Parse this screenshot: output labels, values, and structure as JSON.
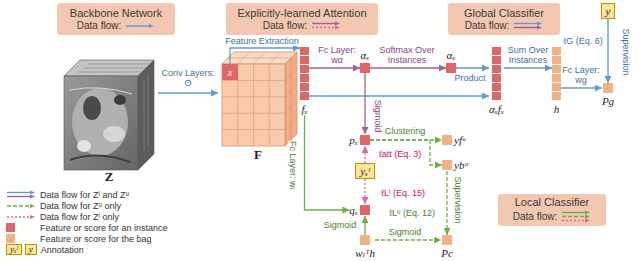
{
  "diagram": {
    "nodes": [
      {
        "text": [
          "Backbone Network",
          "Data flow:"
        ]
      },
      {
        "text": [
          "Explicitly-learned Attention",
          "Data flow:"
        ]
      },
      {
        "text": [
          "Global Classifier",
          "Data flow:"
        ]
      },
      {
        "text": [
          "Local Classifier",
          "Data flow:"
        ]
      },
      {
        "text": [
          "Z"
        ]
      },
      {
        "text": [
          "F"
        ]
      },
      {
        "text": [
          "x"
        ],
        "in": 5
      },
      {
        "text": [
          "fₓ"
        ]
      },
      {
        "text": [
          "αₓ"
        ]
      },
      {
        "text": [
          "αₓ"
        ]
      },
      {
        "text": [
          "αₓfₓ"
        ]
      },
      {
        "text": [
          "h"
        ]
      },
      {
        "text": [
          "Pg"
        ]
      },
      {
        "text": [
          "y"
        ]
      },
      {
        "text": [
          "pₓ"
        ]
      },
      {
        "text": [
          "yₓˡ"
        ]
      },
      {
        "text": [
          "yfᵘ"
        ]
      },
      {
        "text": [
          "ybᵘ"
        ]
      },
      {
        "text": [
          "qₓ"
        ]
      },
      {
        "text": [
          "wₗᵀh"
        ]
      },
      {
        "text": [
          "Pc"
        ]
      }
    ],
    "edges": [
      {
        "from": 4,
        "to": 5,
        "label": "Conv Layers: Θ",
        "arrow": "to"
      },
      {
        "from": 6,
        "to": 7,
        "label": "Feature Extraction",
        "arrow": "to"
      },
      {
        "from": 7,
        "to": 8,
        "label": "Fc Layer: wα",
        "arrow": "to"
      },
      {
        "from": 8,
        "to": 9,
        "label": "Softmax Over Instances",
        "arrow": "to"
      },
      {
        "from": 9,
        "to": 10,
        "label": "Product",
        "arrow": "to"
      },
      {
        "from": 7,
        "to": 10,
        "arrow": "to"
      },
      {
        "from": 10,
        "to": 11,
        "label": "Sum Over Instances",
        "arrow": "to"
      },
      {
        "from": 11,
        "to": 12,
        "label": "Fc Layer: wg",
        "arrow": "to"
      },
      {
        "from": 13,
        "to": 12,
        "label": "Supervision",
        "arrow": "to"
      },
      {
        "from": 8,
        "to": 14,
        "label": "Sigmoid",
        "arrow": "to"
      },
      {
        "from": 15,
        "to": 14,
        "label": "ℓatt (Eq. 3)",
        "arrow": "to"
      },
      {
        "from": 14,
        "to": 16,
        "label": "Clustering",
        "arrow": "to"
      },
      {
        "from": 14,
        "to": 17,
        "arrow": "to"
      },
      {
        "from": 7,
        "to": 18,
        "label": "Fc Layer: wₗ",
        "arrow": "to"
      },
      {
        "from": 15,
        "to": 18,
        "label": "ℓLˡ (Eq. 15)",
        "arrow": "to"
      },
      {
        "from": 19,
        "to": 18,
        "label": "Sigmoid",
        "arrow": "to"
      },
      {
        "from": 19,
        "to": 20,
        "label": "Sigmoid",
        "arrow": "to"
      },
      {
        "from": 17,
        "to": 20,
        "label": "Supervision",
        "arrow": "to"
      }
    ],
    "labels": [
      "ℓG (Eq. 6)",
      "ℓLᵘ (Eq. 12)",
      "yₓˡ",
      "y"
    ],
    "legend": [
      {
        "text": "Data flow for Zˡ and Zᵘ"
      },
      {
        "text": "Data flow for Zᵘ only"
      },
      {
        "text": "Data flow for Zˡ only"
      },
      {
        "text": "Feature or score for an instance",
        "color": "#e06666"
      },
      {
        "text": "Feature or score for the bag",
        "color": "#f4b183"
      },
      {
        "text": "Annotation",
        "color": "#ffe699"
      }
    ]
  }
}
